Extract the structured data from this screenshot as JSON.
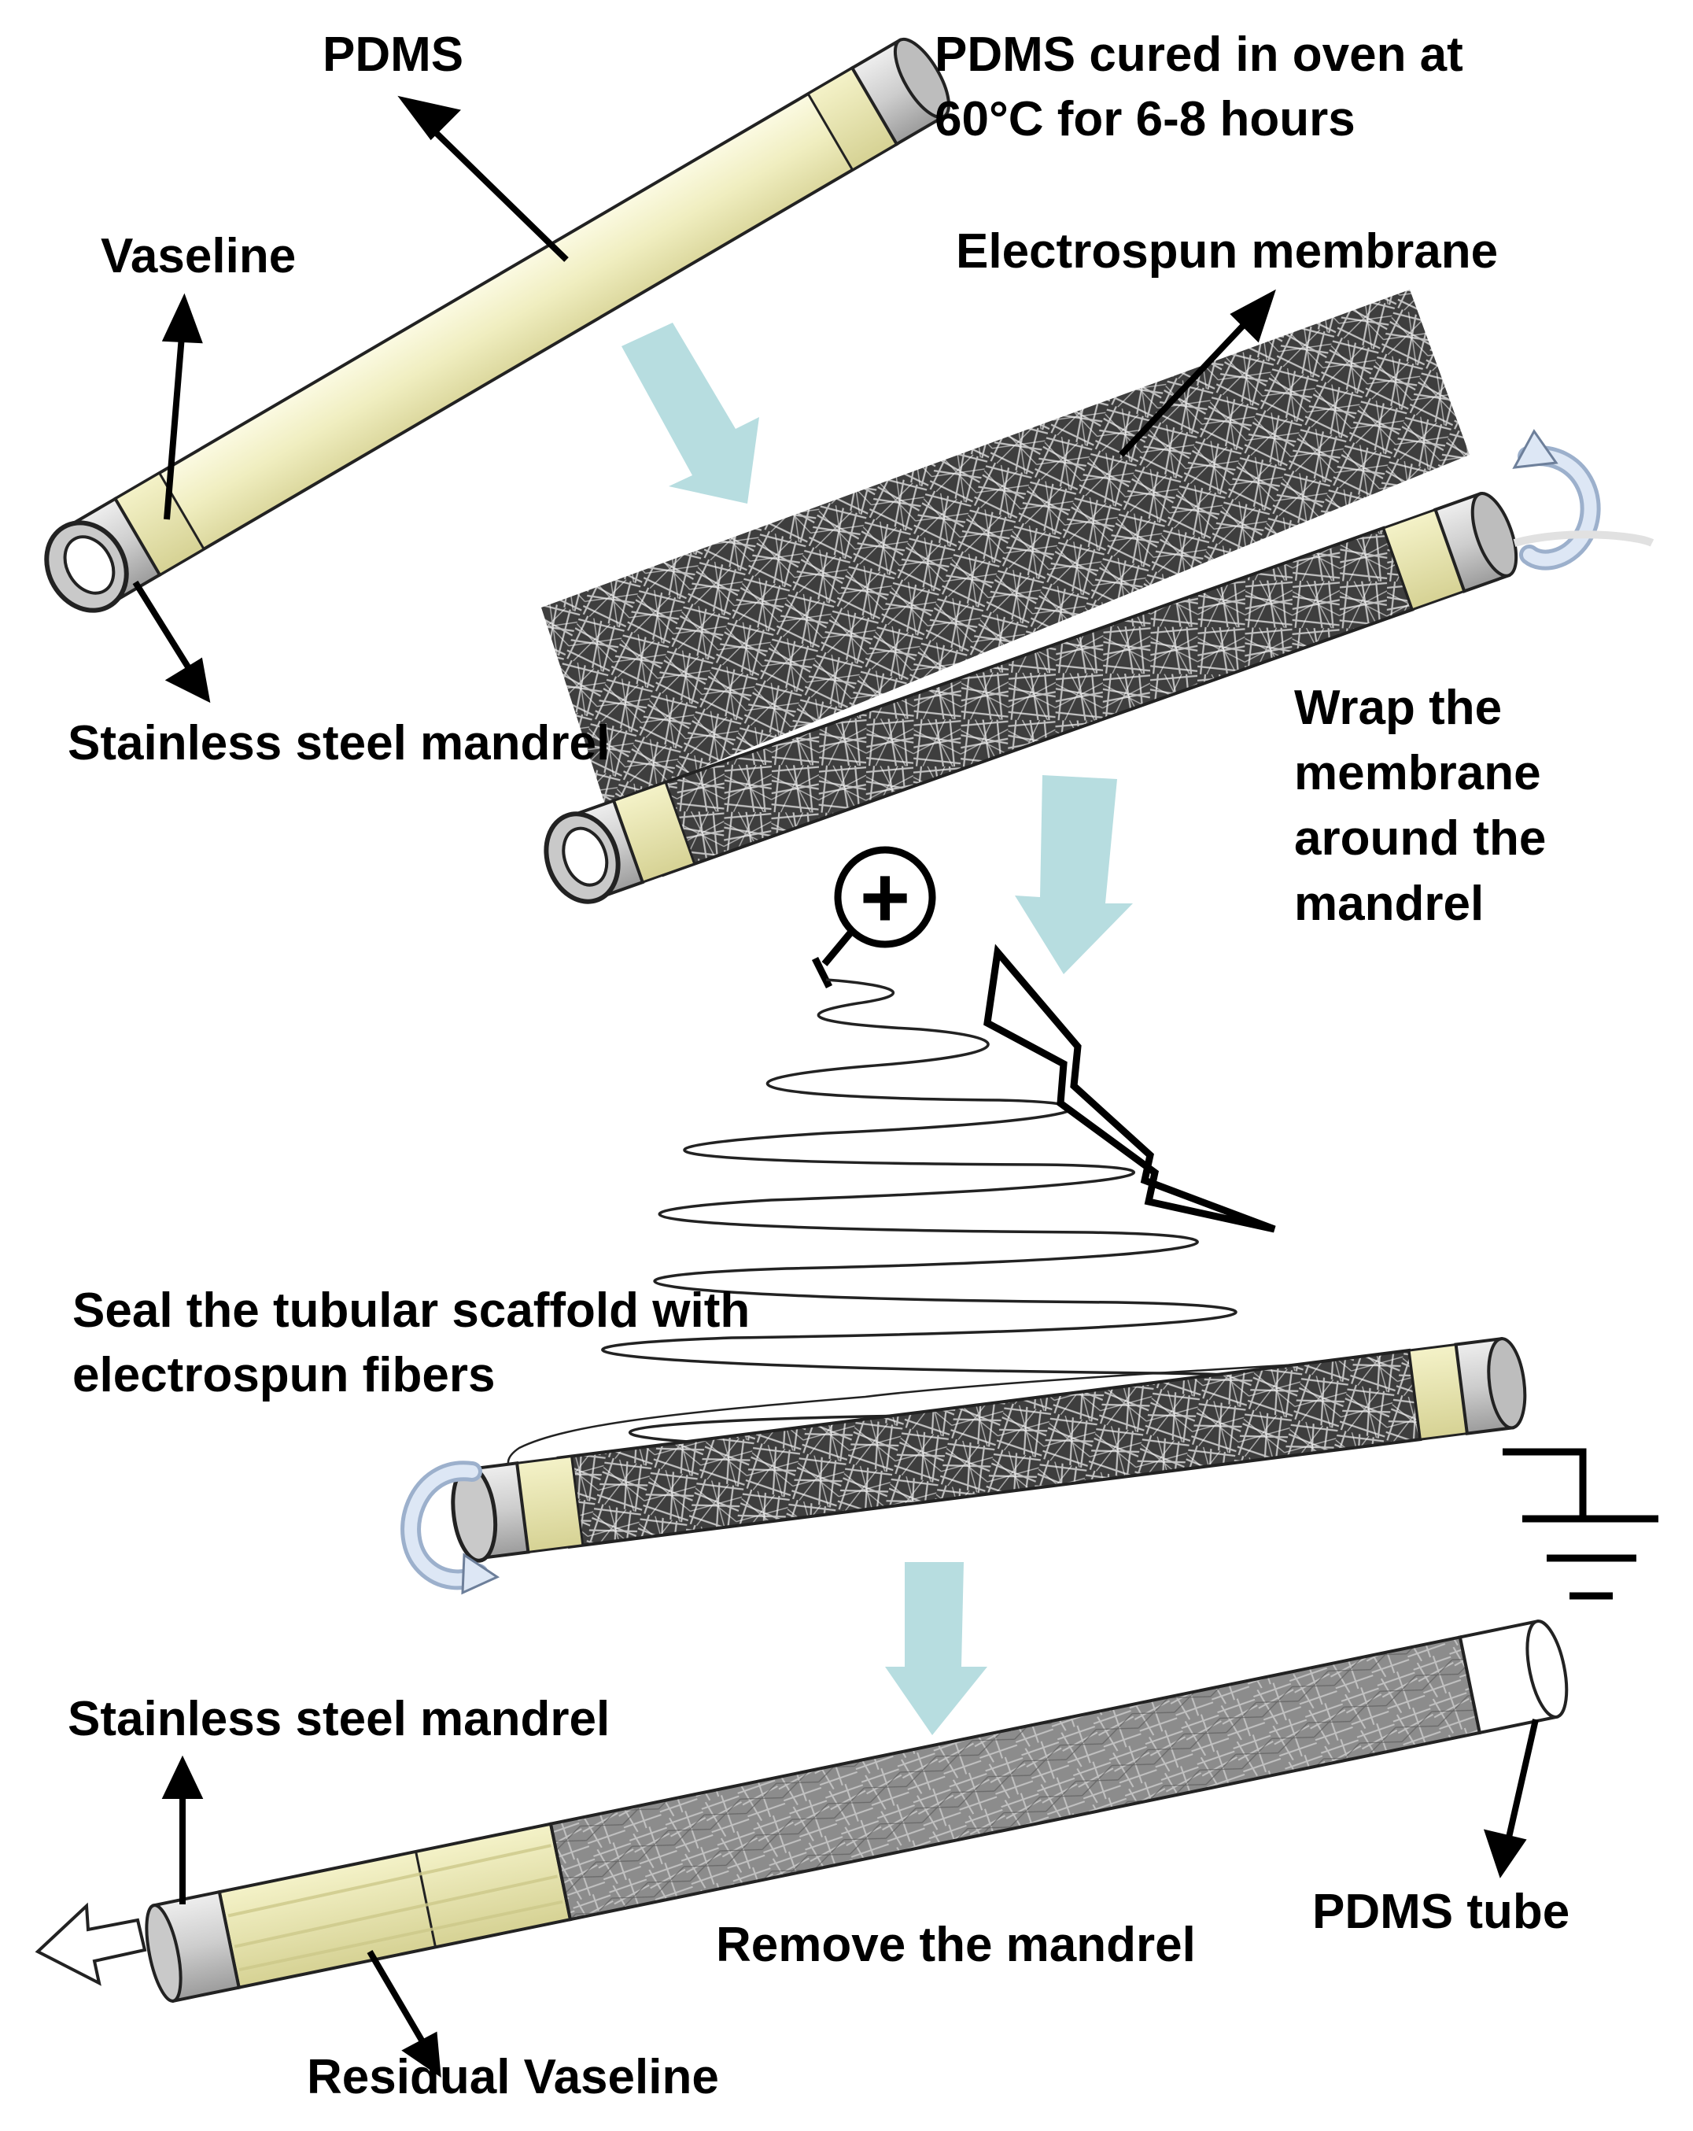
{
  "labels": {
    "pdms": "PDMS",
    "pdms_cured_line1": "PDMS cured in oven at",
    "pdms_cured_line2": "60°C for 6-8 hours",
    "vaseline": "Vaseline",
    "electrospun_membrane": "Electrospun membrane",
    "stainless_steel_mandrel_top": "Stainless steel mandrel",
    "wrap_line1": "Wrap the",
    "wrap_line2": "membrane",
    "wrap_line3": "around the",
    "wrap_line4": "mandrel",
    "seal_line1": "Seal the tubular scaffold with",
    "seal_line2": "electrospun fibers",
    "stainless_steel_mandrel_bottom": "Stainless steel mandrel",
    "pdms_tube": "PDMS tube",
    "remove_mandrel": "Remove the mandrel",
    "residual_vaseline": "Residual Vaseline",
    "plus_sign": "+"
  },
  "colors": {
    "pdms": "#f2f0c4",
    "vaseline_band": "#e6e3a8",
    "steel": "#cfcfcf",
    "flow_arrow": "#b7dde0",
    "membrane": "#8f8f8f",
    "rotation_arrow": "#c9d8ee"
  },
  "icons": [
    "flow-arrow-icon",
    "rotation-arrow-icon",
    "lightning-icon",
    "ground-icon",
    "pull-arrow-icon",
    "positive-electrode-icon"
  ]
}
